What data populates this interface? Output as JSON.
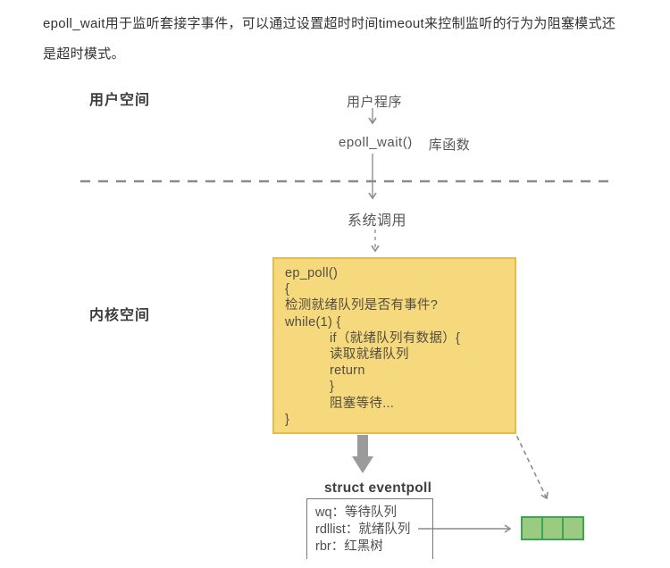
{
  "intro": {
    "line1": "epoll_wait用于监听套接字事件，可以通过设置超时时间timeout来控制监听的行为为阻塞模式还",
    "line2": "是超时模式。"
  },
  "labels": {
    "user_space": "用户空间",
    "kernel_space": "内核空间",
    "user_program": "用户程序",
    "epoll_wait": "epoll_wait()",
    "lib_func": "库函数",
    "syscall": "系统调用"
  },
  "kernel_box": {
    "lines": [
      "ep_poll()",
      "{",
      "检测就绪队列是否有事件?",
      "while(1) {",
      "if（就绪队列有数据）{",
      "读取就绪队列",
      "return",
      "}",
      "阻塞等待...",
      "}"
    ]
  },
  "eventpoll": {
    "title": "struct eventpoll",
    "fields": [
      "wq：等待队列",
      "rdllist：就绪队列",
      "rbr：红黑树"
    ]
  },
  "colors": {
    "kernel_box_fill": "#F6D97C",
    "kernel_box_border": "#E8BC49",
    "queue_cell_fill": "#9BCB81",
    "queue_cell_border": "#3CA551",
    "connector_gray": "#8C8C8C",
    "thick_arrow_gray": "#9B9B9B",
    "text_dark": "#333333"
  }
}
